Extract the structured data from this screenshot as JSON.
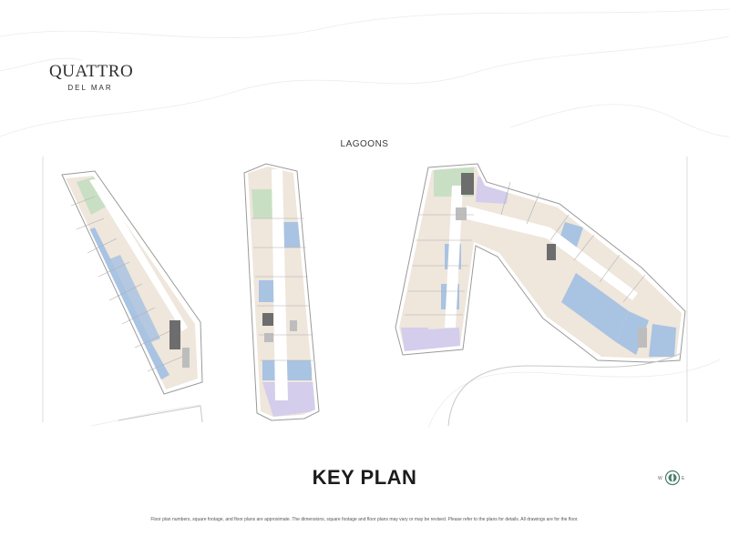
{
  "logo": {
    "line1": "QUATTRO",
    "line2": "DEL MAR"
  },
  "lagoons_label": "LAGOONS",
  "title": "KEY PLAN",
  "disclaimer": "Floor plan numbers, square footage, and floor plans are approximate. The dimensions, square footage and floor plans may vary or may be revised. Please refer to the plans for details. All drawings are for the floor.",
  "compass": {
    "left": "W",
    "right": "E"
  },
  "colors": {
    "outline": "#9a9a9a",
    "beige": "#efe6dc",
    "blue": "#a9c3e2",
    "green": "#c9dfc4",
    "lavender": "#d4cdec",
    "corridor": "#ffffff",
    "core": "#bdbdbd",
    "dark_core": "#6d6d6d"
  },
  "icons": [
    "compass-icon"
  ]
}
